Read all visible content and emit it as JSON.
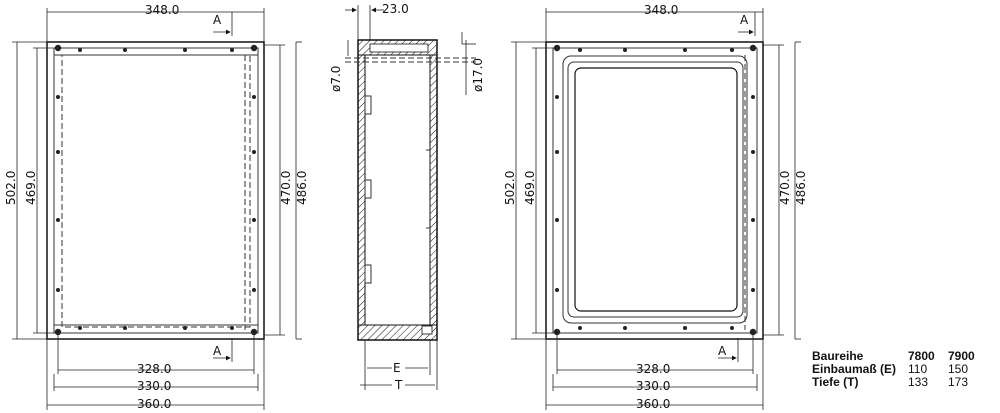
{
  "dims": {
    "w348": "348.0",
    "w328": "328.0",
    "w330": "330.0",
    "w360": "360.0",
    "h502": "502.0",
    "h469": "469.0",
    "h470": "470.0",
    "h486": "486.0",
    "d23": "23.0",
    "dia7": "ø7.0",
    "dia17": "ø17.0",
    "e": "E",
    "t": "T",
    "section": "A"
  },
  "spec_table": {
    "headers": [
      "Baureihe",
      "7800",
      "7900"
    ],
    "rows": [
      {
        "label": "Einbaumaß (E)",
        "v7800": "110",
        "v7900": "150"
      },
      {
        "label": "Tiefe (T)",
        "v7800": "133",
        "v7900": "173"
      }
    ]
  }
}
